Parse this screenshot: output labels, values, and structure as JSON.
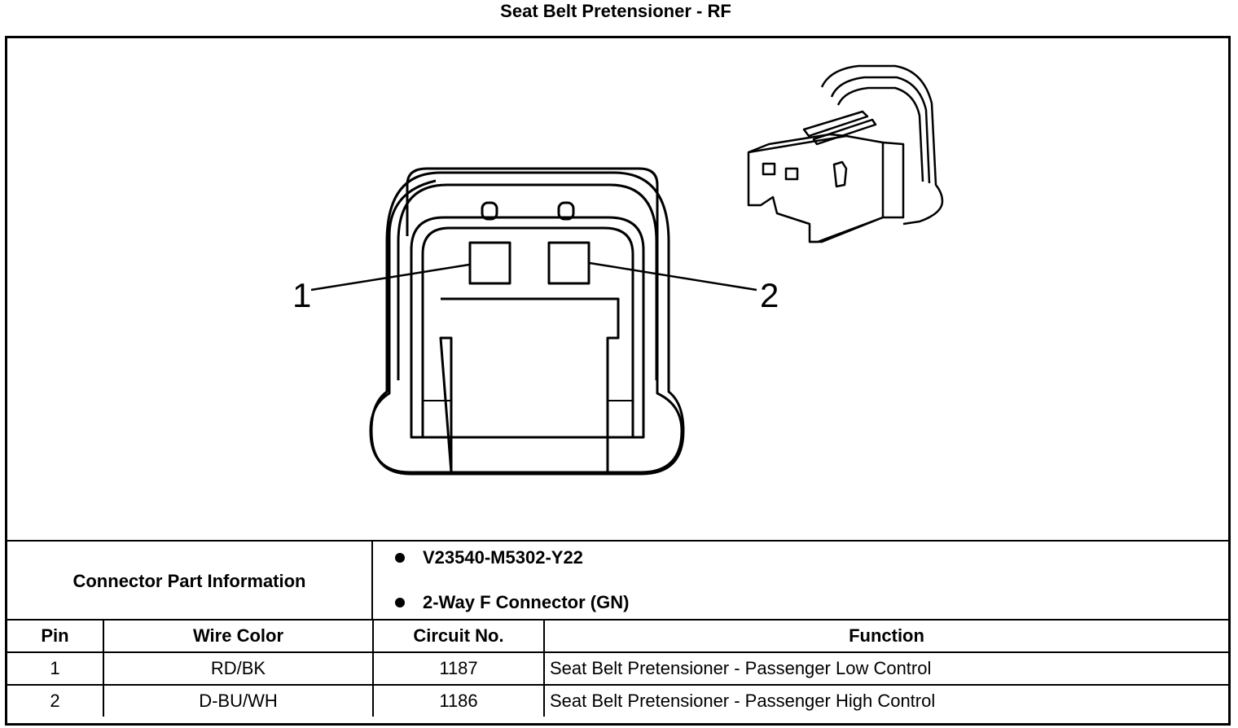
{
  "title": "Seat Belt Pretensioner - RF",
  "diagram": {
    "pin_labels": [
      "1",
      "2"
    ]
  },
  "connector_info": {
    "label": "Connector Part Information",
    "items": [
      "V23540-M5302-Y22",
      "2-Way F Connector (GN)"
    ]
  },
  "table": {
    "headers": [
      "Pin",
      "Wire Color",
      "Circuit No.",
      "Function"
    ],
    "rows": [
      {
        "pin": "1",
        "wire_color": "RD/BK",
        "circuit": "1187",
        "function": "Seat Belt Pretensioner - Passenger Low Control"
      },
      {
        "pin": "2",
        "wire_color": "D-BU/WH",
        "circuit": "1186",
        "function": "Seat Belt Pretensioner - Passenger High Control"
      }
    ]
  }
}
